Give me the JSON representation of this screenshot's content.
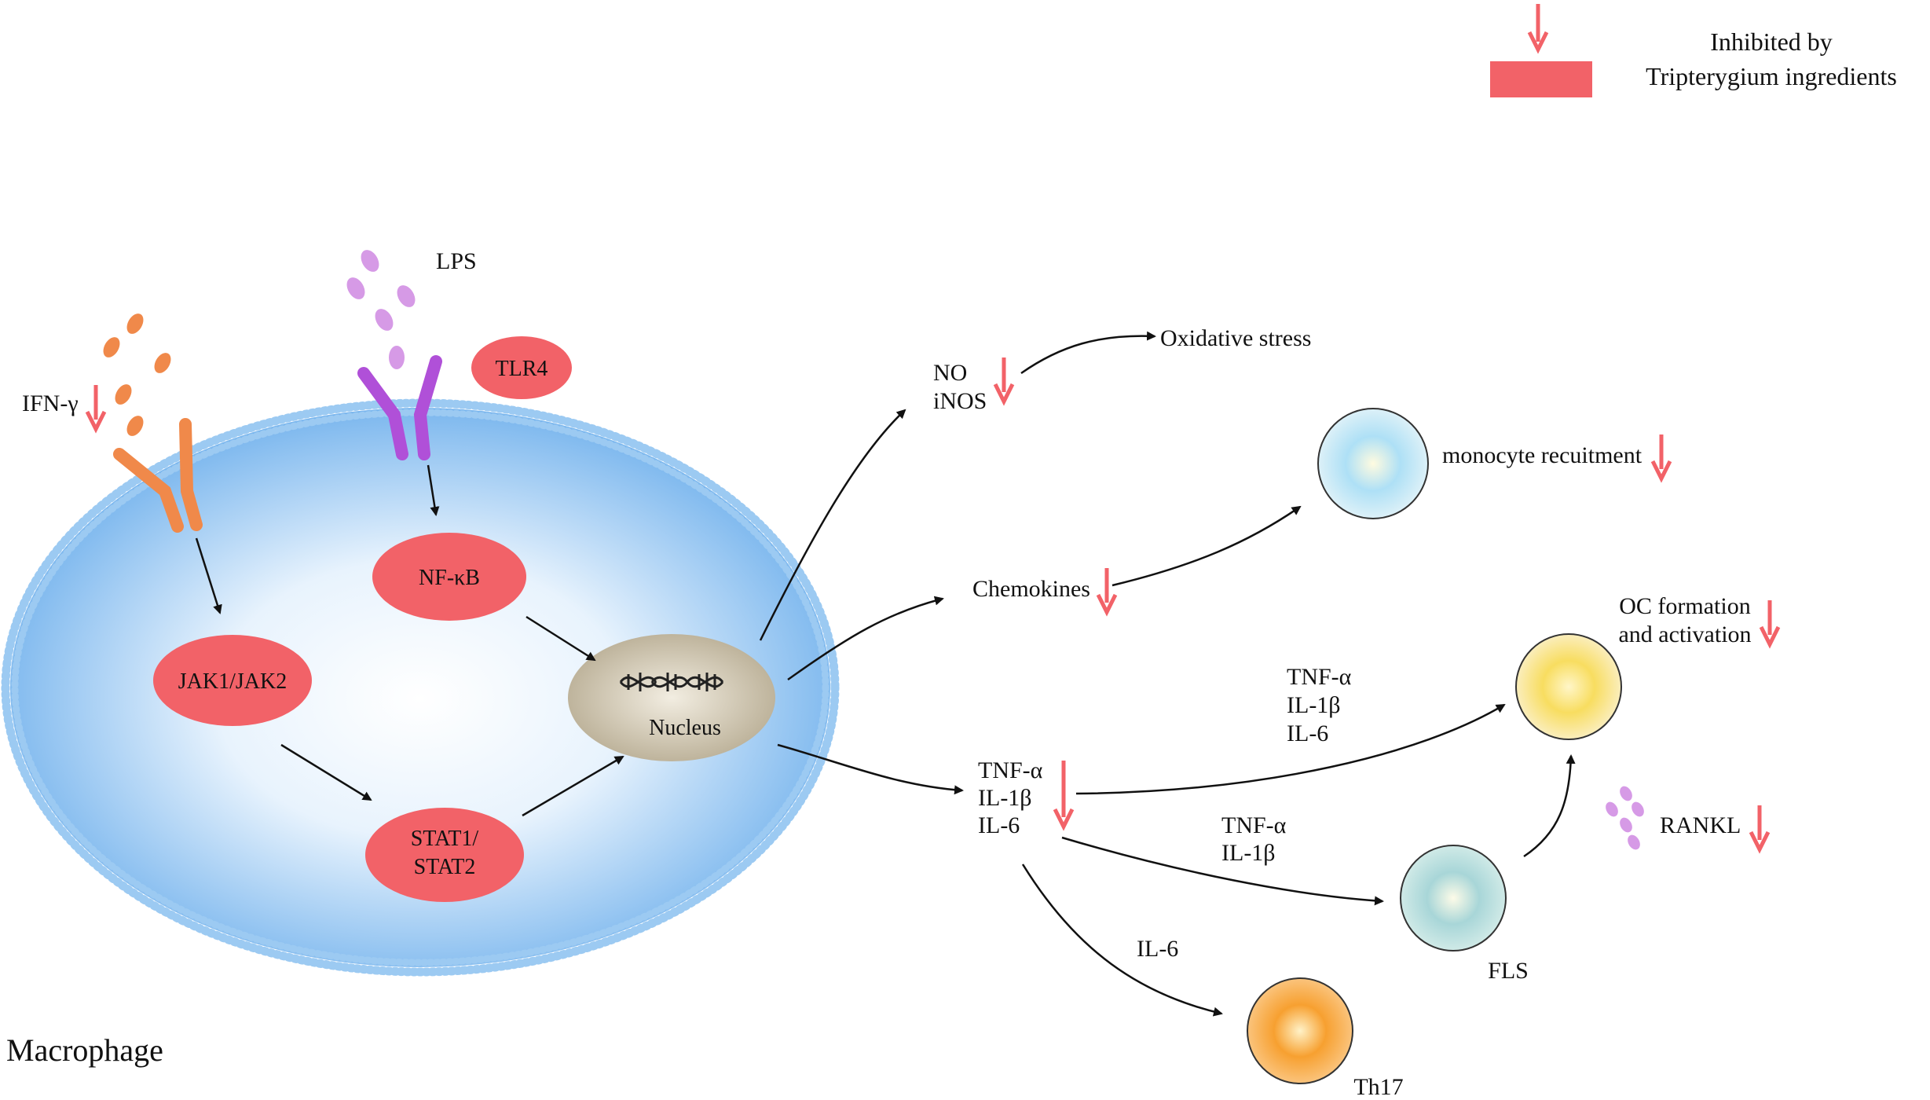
{
  "legend": {
    "line1": "Inhibited by",
    "line2": "Tripterygium ingredients"
  },
  "cell": {
    "name": "Macrophage",
    "nucleus": "Nucleus"
  },
  "ligands": {
    "ifn": "IFN-γ",
    "lps": "LPS"
  },
  "receptors": {
    "tlr4": "TLR4"
  },
  "pathway": {
    "nfkb": "NF-κB",
    "jak": "JAK1/JAK2",
    "stat_line1": "STAT1/",
    "stat_line2": "STAT2"
  },
  "outputs": {
    "no": "NO",
    "inos": "iNOS",
    "oxidative": "Oxidative stress",
    "monocyte": "monocyte recuitment",
    "chemokines": "Chemokines",
    "oc_line1": "OC formation",
    "oc_line2": "and activation",
    "cyt_a1": "TNF-α",
    "cyt_a2": "IL-1β",
    "cyt_a3": "IL-6",
    "cyt_b1": "TNF-α",
    "cyt_b2": "IL-1β",
    "cyt_b3": "IL-6",
    "cyt_c1": "TNF-α",
    "cyt_c2": "IL-1β",
    "il6_th17": "IL-6",
    "rankl": "RANKL",
    "fls": "FLS",
    "th17": "Th17"
  },
  "colors": {
    "inhibit": "#f26268",
    "cell_membrane": "#7db8ec",
    "ifn_receptor": "#f0894a",
    "lps_receptor": "#b050d8",
    "lps_particle": "#d69ae6",
    "nucleus": "#cfc4ae",
    "monocyte": "#bfe4f2",
    "oc": "#f5e3a0",
    "fls": "#c9e6e0",
    "th17": "#f8b060"
  }
}
